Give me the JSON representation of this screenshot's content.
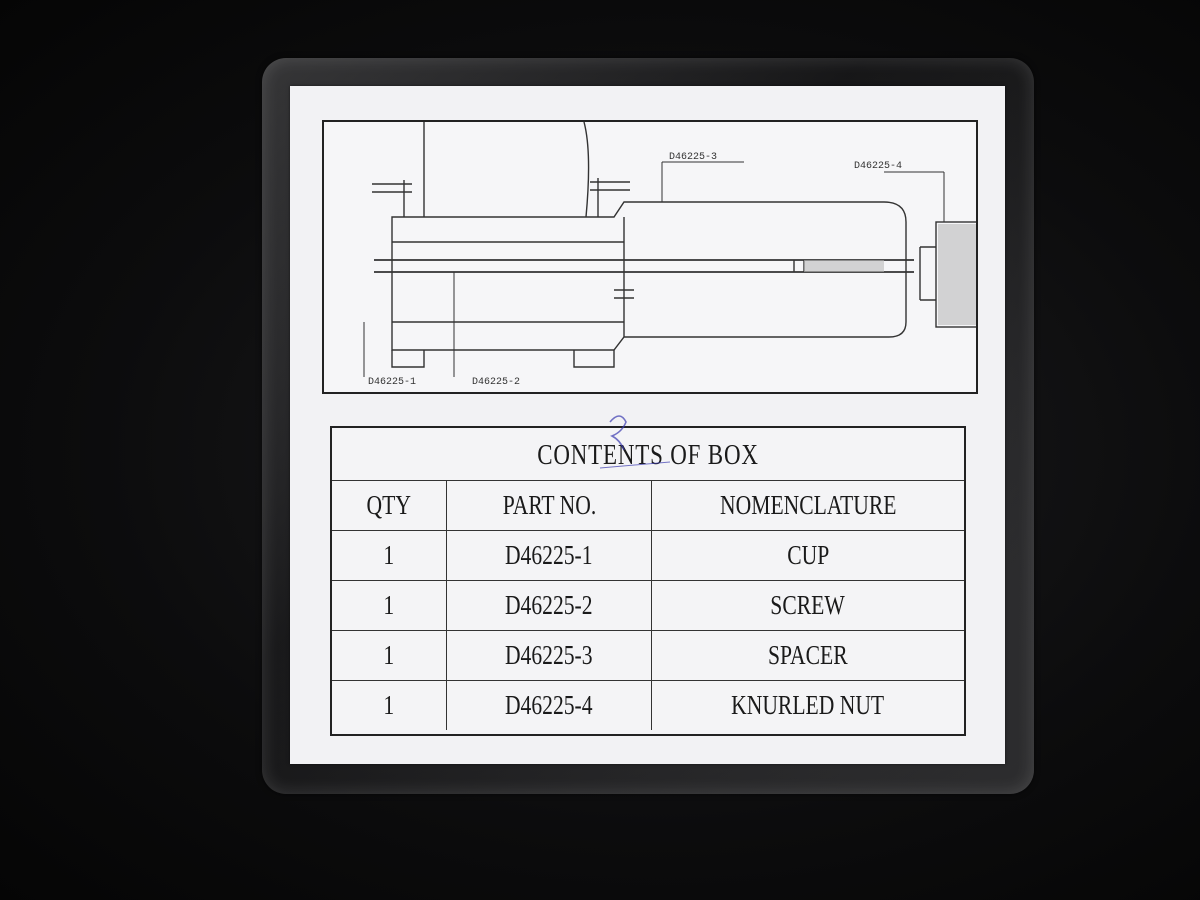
{
  "drawing": {
    "callouts": [
      "D46225-1",
      "D46225-2",
      "D46225-3",
      "D46225-4"
    ]
  },
  "contents": {
    "title": "CONTENTS OF BOX",
    "headers": [
      "QTY",
      "PART NO.",
      "NOMENCLATURE"
    ],
    "rows": [
      {
        "qty": "1",
        "part": "D46225-1",
        "name": "CUP"
      },
      {
        "qty": "1",
        "part": "D46225-2",
        "name": "SCREW"
      },
      {
        "qty": "1",
        "part": "D46225-3",
        "name": "SPACER"
      },
      {
        "qty": "1",
        "part": "D46225-4",
        "name": "KNURLED NUT"
      }
    ]
  },
  "colors": {
    "background": "#0c0c0d",
    "card": "#f2f2f4",
    "ink": "#1a1a1a",
    "stamp": "#3b3bb0"
  }
}
